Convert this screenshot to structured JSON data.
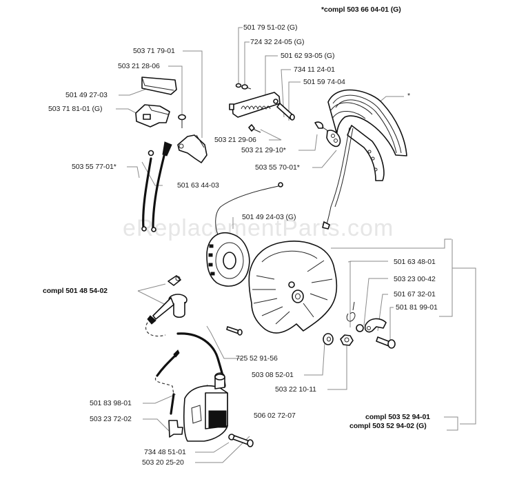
{
  "diagram": {
    "watermark": "eReplacementParts.com",
    "assembly_labels": {
      "ignition_cover_kit": "*compl 503 66 04-01 (G)",
      "spark_plug_cap_kit": "compl 501 48 54-02",
      "starter_pawl_kit_1": "compl 503 52 94-01",
      "starter_pawl_kit_2": "compl 503 52 94-02 (G)",
      "asterisk_marker": "*"
    },
    "parts": [
      {
        "id": "p1",
        "number": "501 79 51-02 (G)"
      },
      {
        "id": "p2",
        "number": "724 32 24-05 (G)"
      },
      {
        "id": "p3",
        "number": "501 62 93-05 (G)"
      },
      {
        "id": "p4",
        "number": "734 11 24-01"
      },
      {
        "id": "p5",
        "number": "501 59 74-04"
      },
      {
        "id": "p6",
        "number": "503 71 79-01"
      },
      {
        "id": "p7",
        "number": "503 21 28-06"
      },
      {
        "id": "p8",
        "number": "501 49 27-03"
      },
      {
        "id": "p9",
        "number": "503 71 81-01 (G)"
      },
      {
        "id": "p10",
        "number": "503 21 29-06"
      },
      {
        "id": "p11",
        "number": "503 21 29-10*"
      },
      {
        "id": "p12",
        "number": "503 55 70-01*"
      },
      {
        "id": "p13",
        "number": "503 55 77-01*"
      },
      {
        "id": "p14",
        "number": "501 63 44-03"
      },
      {
        "id": "p15",
        "number": "501 49 24-03 (G)"
      },
      {
        "id": "p16",
        "number": "501 63 48-01"
      },
      {
        "id": "p17",
        "number": "503 23 00-42"
      },
      {
        "id": "p18",
        "number": "501 67 32-01"
      },
      {
        "id": "p19",
        "number": "501 81 99-01"
      },
      {
        "id": "p20",
        "number": "725 52 91-56"
      },
      {
        "id": "p21",
        "number": "503 08 52-01"
      },
      {
        "id": "p22",
        "number": "503 22 10-11"
      },
      {
        "id": "p23",
        "number": "506 02 72-07"
      },
      {
        "id": "p24",
        "number": "501 83 98-01"
      },
      {
        "id": "p25",
        "number": "503 23 72-02"
      },
      {
        "id": "p26",
        "number": "734 48 51-01"
      },
      {
        "id": "p27",
        "number": "503 20 25-20"
      }
    ]
  }
}
